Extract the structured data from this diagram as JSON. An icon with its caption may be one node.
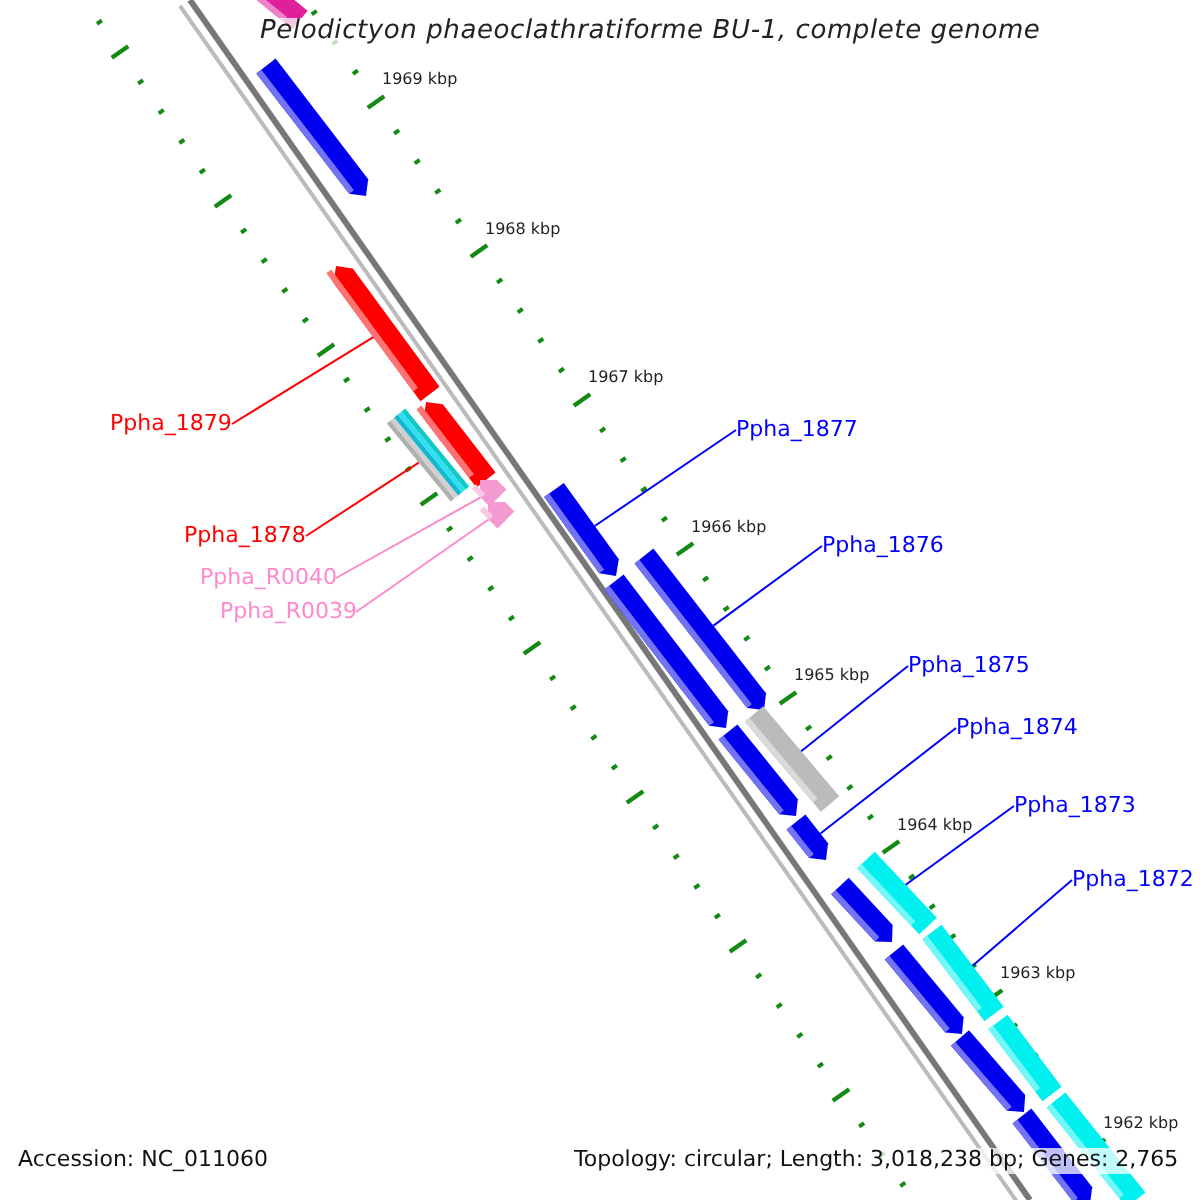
{
  "diagram": {
    "title": "Pelodictyon phaeoclathratiforme BU-1, complete genome",
    "nodes": [
      {
        "text": [
          "Ppha_1879"
        ]
      },
      {
        "text": [
          "Ppha_1878"
        ]
      },
      {
        "text": [
          "Ppha_R0040"
        ]
      },
      {
        "text": [
          "Ppha_R0039"
        ]
      },
      {
        "text": [
          "Ppha_1877"
        ]
      },
      {
        "text": [
          "Ppha_1876"
        ]
      },
      {
        "text": [
          "Ppha_1875"
        ]
      },
      {
        "text": [
          "Ppha_1874"
        ]
      },
      {
        "text": [
          "Ppha_1873"
        ]
      },
      {
        "text": [
          "Ppha_1872"
        ]
      },
      {
        "text": [],
        "shape": "bar"
      },
      {
        "text": [],
        "shape": "bar"
      },
      {
        "text": [],
        "shape": "bar"
      },
      {
        "text": [],
        "shape": "bar"
      },
      {
        "text": [],
        "shape": "bar"
      },
      {
        "text": [],
        "shape": "bar"
      },
      {
        "text": [],
        "shape": "bar"
      },
      {
        "text": [],
        "shape": "bar"
      },
      {
        "text": [],
        "shape": "bar"
      },
      {
        "text": [],
        "shape": "bar"
      },
      {
        "text": [],
        "shape": "bar"
      },
      {
        "text": [],
        "shape": "bar"
      },
      {
        "text": [],
        "shape": "bar"
      },
      {
        "text": [],
        "shape": "bar"
      },
      {
        "text": [],
        "shape": "bar"
      },
      {
        "text": [],
        "shape": "bar"
      },
      {
        "text": [],
        "shape": "bar"
      },
      {
        "text": [],
        "shape": "bar"
      },
      {
        "text": [],
        "shape": "bar"
      },
      {
        "text": [],
        "shape": "bar"
      },
      {
        "text": [],
        "shape": "bar"
      }
    ],
    "edges": [
      {
        "from": 0,
        "to": 12,
        "arrow": "none",
        "color": "#ff0000"
      },
      {
        "from": 1,
        "to": 13,
        "arrow": "none",
        "color": "#ff0000"
      },
      {
        "from": 2,
        "to": 15,
        "arrow": "none",
        "color": "#ff88cc"
      },
      {
        "from": 3,
        "to": 16,
        "arrow": "none",
        "color": "#ff88cc"
      },
      {
        "from": 4,
        "to": 17,
        "arrow": "none"
      },
      {
        "from": 5,
        "to": 18,
        "arrow": "none"
      },
      {
        "from": 6,
        "to": 20,
        "arrow": "none"
      },
      {
        "from": 7,
        "to": 22,
        "arrow": "none"
      },
      {
        "from": 8,
        "to": 24,
        "arrow": "none"
      },
      {
        "from": 9,
        "to": 26,
        "arrow": "none"
      }
    ],
    "labels": [
      "1969 kbp",
      "1968 kbp",
      "1967 kbp",
      "1966 kbp",
      "1965 kbp",
      "1964 kbp",
      "1963 kbp",
      "1962 kbp",
      "Accession: NC_011060",
      "Topology: circular; Length: 3,018,238 bp; Genes: 2,765"
    ]
  }
}
